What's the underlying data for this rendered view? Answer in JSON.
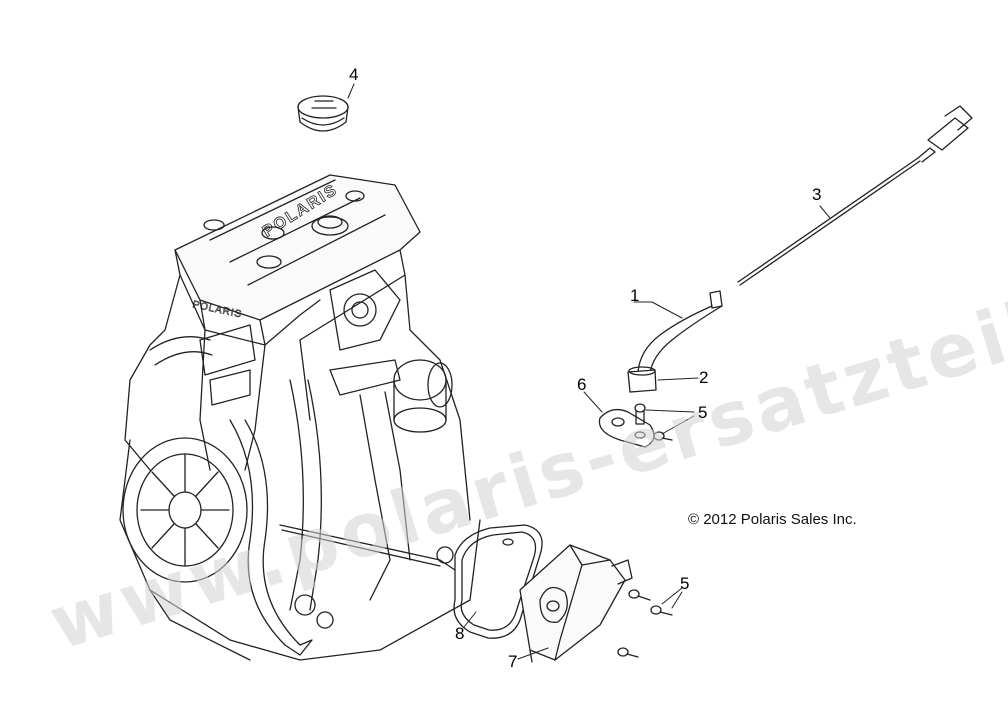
{
  "diagram": {
    "callouts": [
      {
        "id": "callout-1",
        "text": "1"
      },
      {
        "id": "callout-2",
        "text": "2"
      },
      {
        "id": "callout-3",
        "text": "3"
      },
      {
        "id": "callout-4",
        "text": "4"
      },
      {
        "id": "callout-5a",
        "text": "5"
      },
      {
        "id": "callout-5b",
        "text": "5"
      },
      {
        "id": "callout-6",
        "text": "6"
      },
      {
        "id": "callout-7",
        "text": "7"
      },
      {
        "id": "callout-8",
        "text": "8"
      }
    ],
    "copyright": "© 2012 Polaris Sales Inc.",
    "watermark": "www.polaris-ersatzteile.de",
    "engine_logo_top": "POLARIS",
    "engine_logo_side": "POLARIS",
    "line_color": "#222222",
    "watermark_color": "#d2d2d2"
  }
}
